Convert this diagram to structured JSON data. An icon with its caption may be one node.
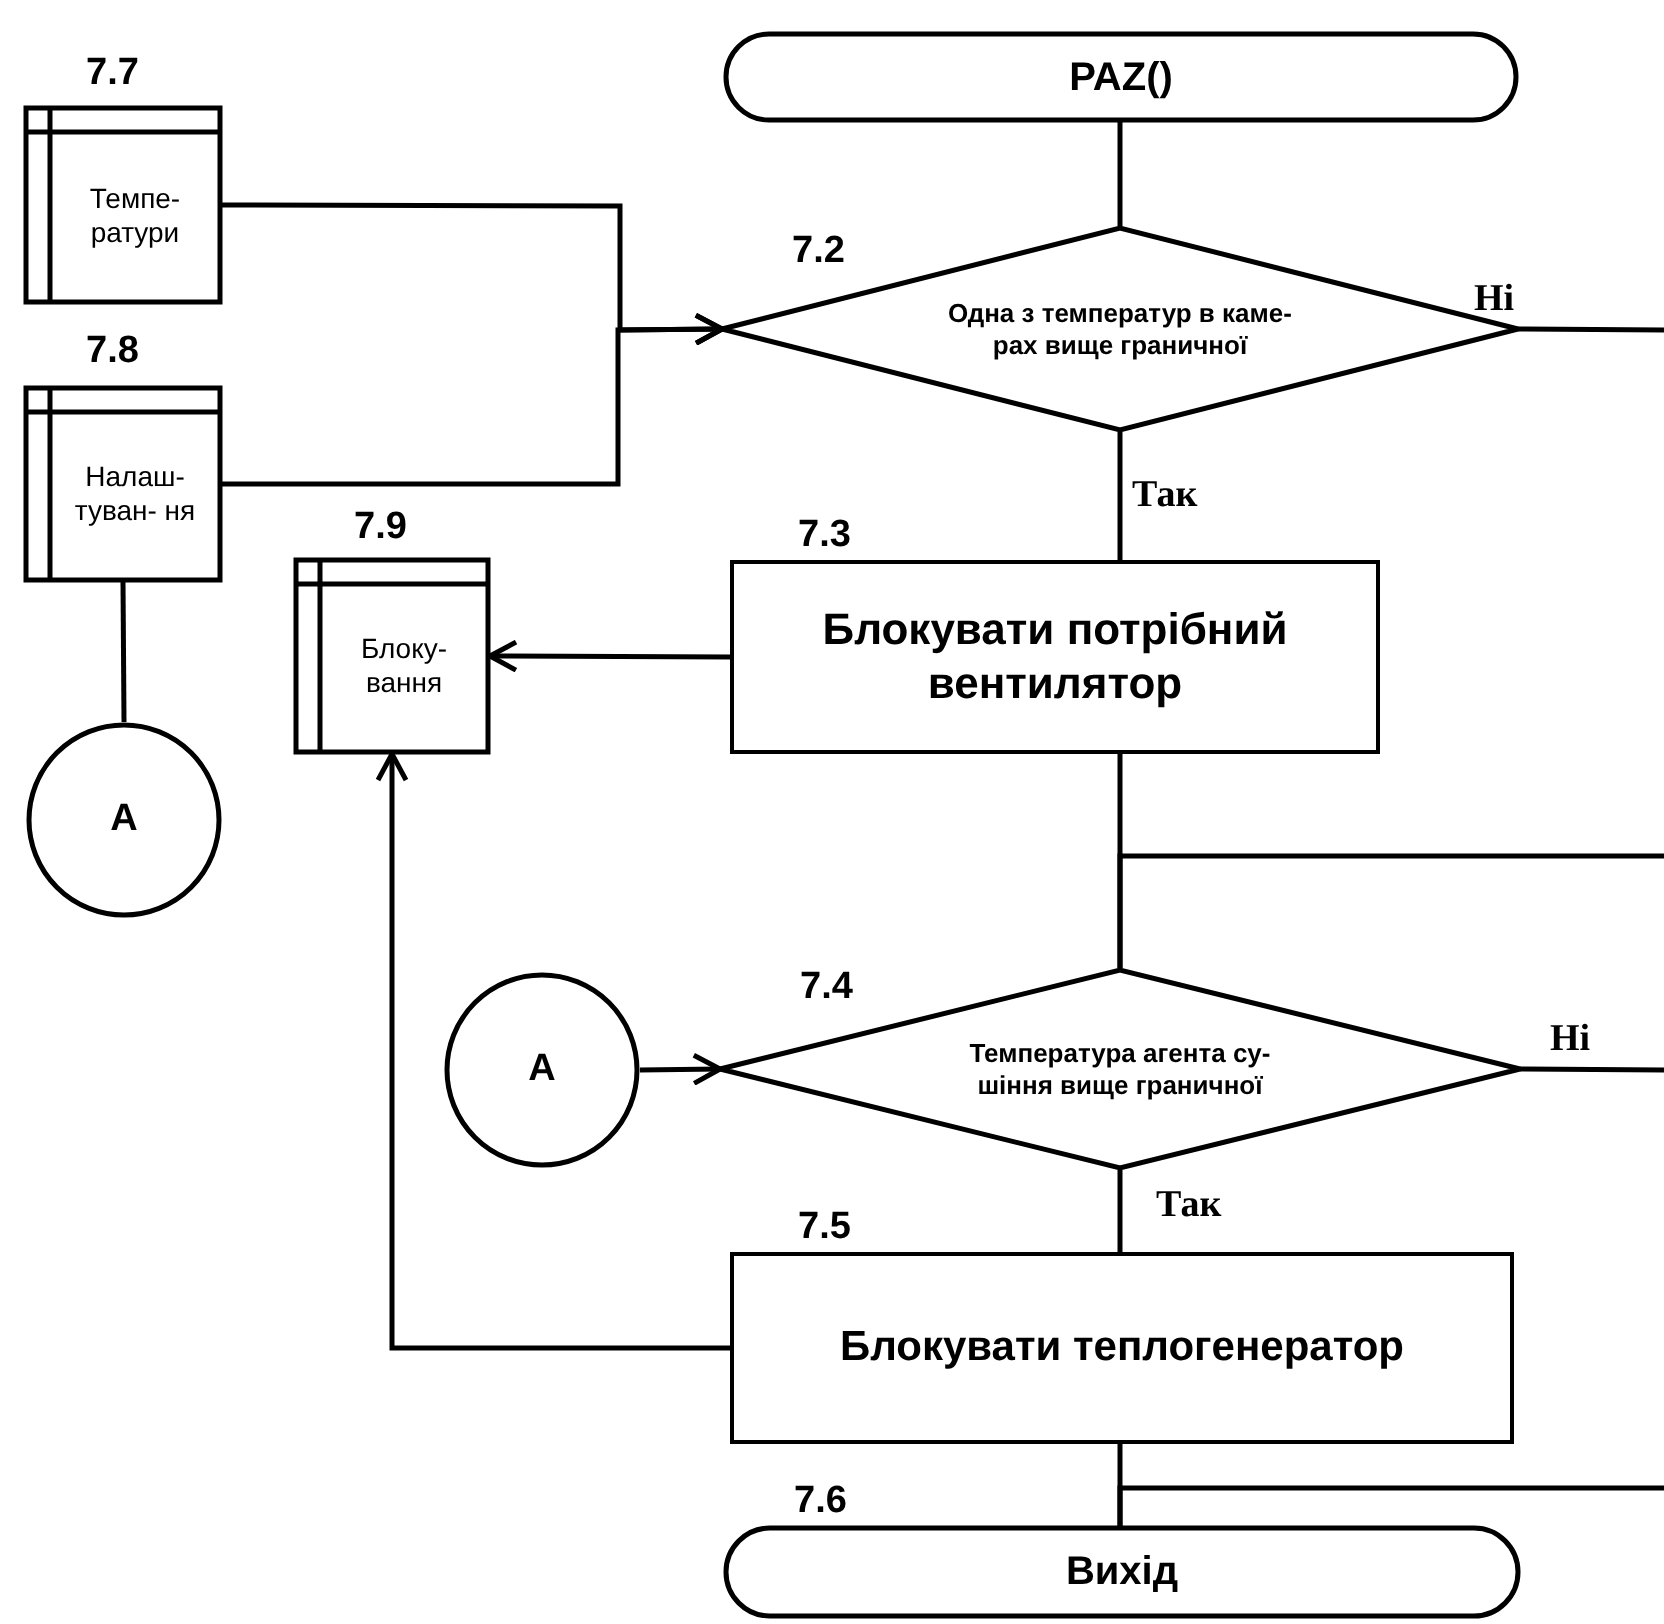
{
  "diagram": {
    "nodes": [
      {
        "text": [
          "PAZ()"
        ]
      },
      {
        "text": [
          "Темпе- ратури"
        ],
        "beside": [
          "7.7"
        ]
      },
      {
        "text": [
          "Одна з температур в каме- рах вище граничної"
        ],
        "beside": [
          "7.2"
        ]
      },
      {
        "text": [
          "Налаш- туван- ня"
        ],
        "beside": [
          "7.8"
        ]
      },
      {
        "text": [
          "Блоку- вання"
        ],
        "beside": [
          "7.9"
        ]
      },
      {
        "text": [
          "Блокувати потрібний вентилятор"
        ],
        "beside": [
          "7.3"
        ]
      },
      {
        "text": [
          "A"
        ]
      },
      {
        "text": [
          "A"
        ]
      },
      {
        "text": [
          "Температура агента су- шіння вище граничної"
        ],
        "beside": [
          "7.4"
        ]
      },
      {
        "text": [
          "Блокувати теплогенератор"
        ],
        "beside": [
          "7.5"
        ]
      },
      {
        "text": [
          "Вихід"
        ],
        "beside": [
          "7.6"
        ]
      }
    ],
    "edges": [
      {
        "from": 0,
        "to": 2,
        "arrow": "none"
      },
      {
        "from": 1,
        "to": 2,
        "arrow": "to"
      },
      {
        "from": 3,
        "to": 2,
        "arrow": "to"
      },
      {
        "from": 3,
        "to": 6,
        "arrow": "none"
      },
      {
        "from": 2,
        "to": 5,
        "arrow": "none",
        "label": "Так"
      },
      {
        "from": 2,
        "to": null,
        "arrow": "none",
        "label": "Ні"
      },
      {
        "from": 5,
        "to": 4,
        "arrow": "to"
      },
      {
        "from": 5,
        "to": 8,
        "arrow": "none"
      },
      {
        "from": null,
        "to": 8,
        "arrow": "none"
      },
      {
        "from": 7,
        "to": 8,
        "arrow": "to"
      },
      {
        "from": 8,
        "to": null,
        "arrow": "none",
        "label": "Ні"
      },
      {
        "from": 8,
        "to": 9,
        "arrow": "none",
        "label": "Так"
      },
      {
        "from": 9,
        "to": 4,
        "arrow": "to"
      },
      {
        "from": 9,
        "to": 10,
        "arrow": "none"
      },
      {
        "from": null,
        "to": 10,
        "arrow": "none"
      }
    ]
  }
}
